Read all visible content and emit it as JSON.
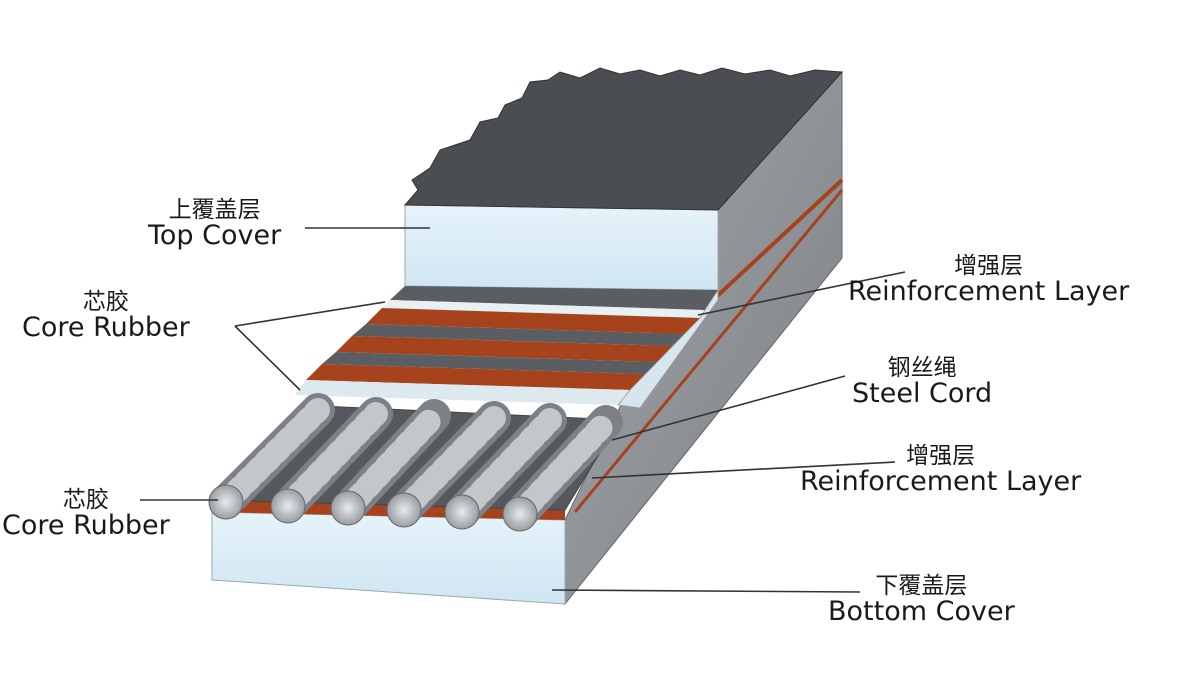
{
  "labels": {
    "top_cover": {
      "zh": "上覆盖层",
      "en": "Top Cover"
    },
    "core_rubber_upper": {
      "zh": "芯胶",
      "en": "Core Rubber"
    },
    "core_rubber_lower": {
      "zh": "芯胶",
      "en": "Core Rubber"
    },
    "reinforcement_upper": {
      "zh": "增强层",
      "en": "Reinforcement Layer"
    },
    "steel_cord": {
      "zh": "钢丝绳",
      "en": "Steel Cord"
    },
    "reinforcement_lower": {
      "zh": "增强层",
      "en": "Reinforcement Layer"
    },
    "bottom_cover": {
      "zh": "下覆盖层",
      "en": "Bottom Cover"
    }
  },
  "colors": {
    "top_rubber": "#4a4d52",
    "cover_face": "#dceef7",
    "side_face": "#8e9296",
    "reinforcement_strip": "#a6431c",
    "steel": "#b9bcc0",
    "leader_line": "#333333"
  },
  "cord_count": 6
}
